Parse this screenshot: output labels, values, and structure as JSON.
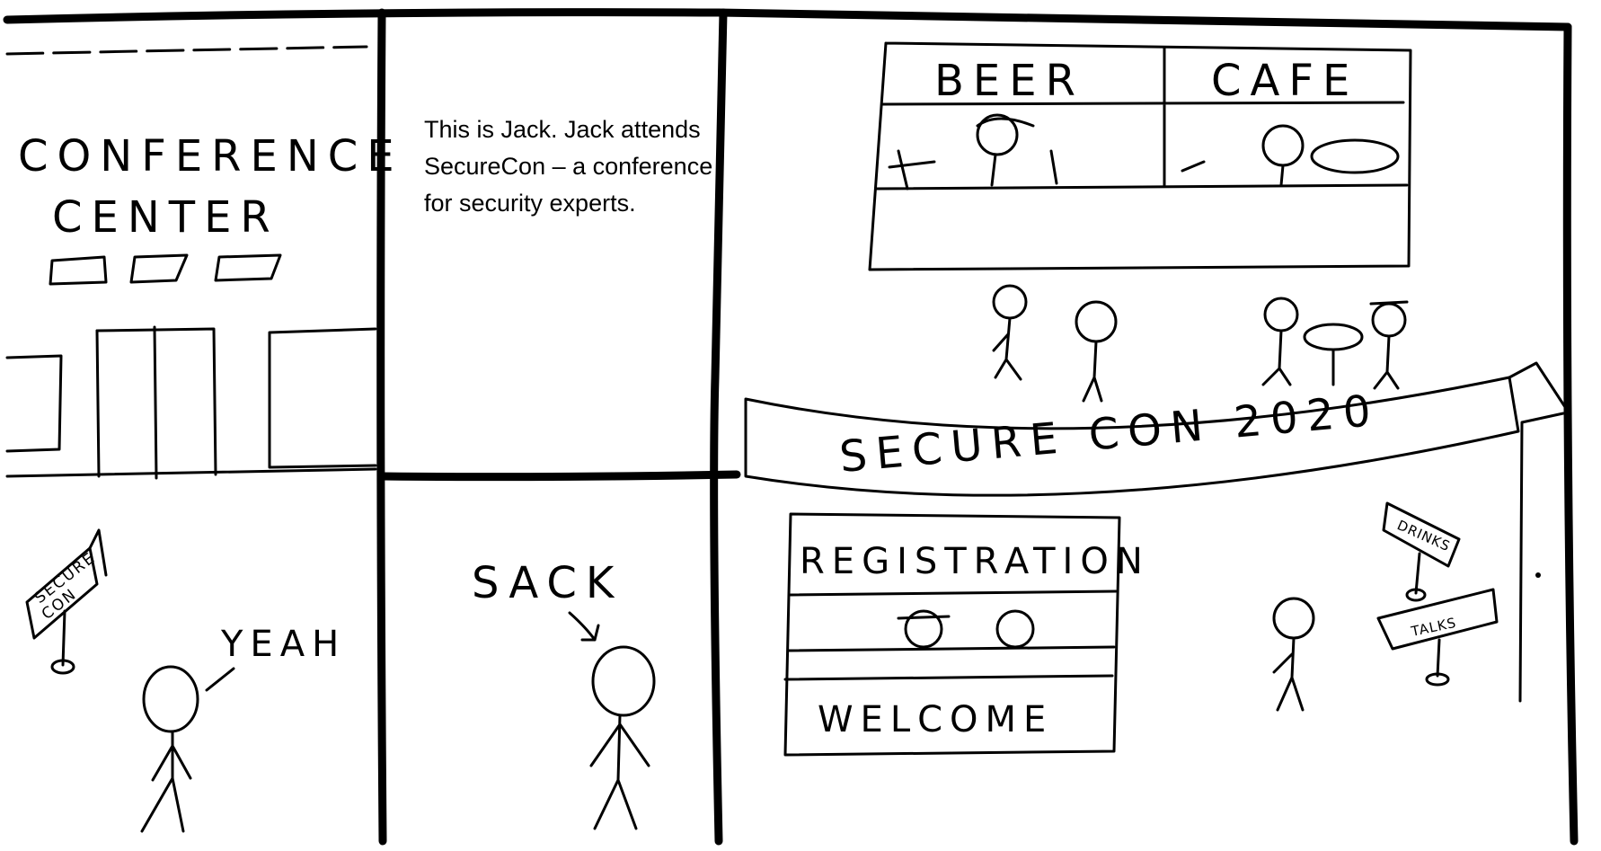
{
  "caption": "This is Jack. Jack attends SecureCon – a conference for security experts.",
  "panel1": {
    "building_line1": "CONFERENCE",
    "building_line2": "CENTER",
    "sign_line1": "SECURE",
    "sign_line2": "CON",
    "speech": "YEAH"
  },
  "panel2": {
    "label": "SACK"
  },
  "panel3": {
    "bar_sign": "BEER",
    "cafe_sign": "CAFE",
    "banner": "SECURE CON   2020",
    "desk_top": "REGISTRATION",
    "desk_bottom": "WELCOME",
    "sign_drinks": "DRINKS",
    "sign_talks": "TALKS"
  }
}
